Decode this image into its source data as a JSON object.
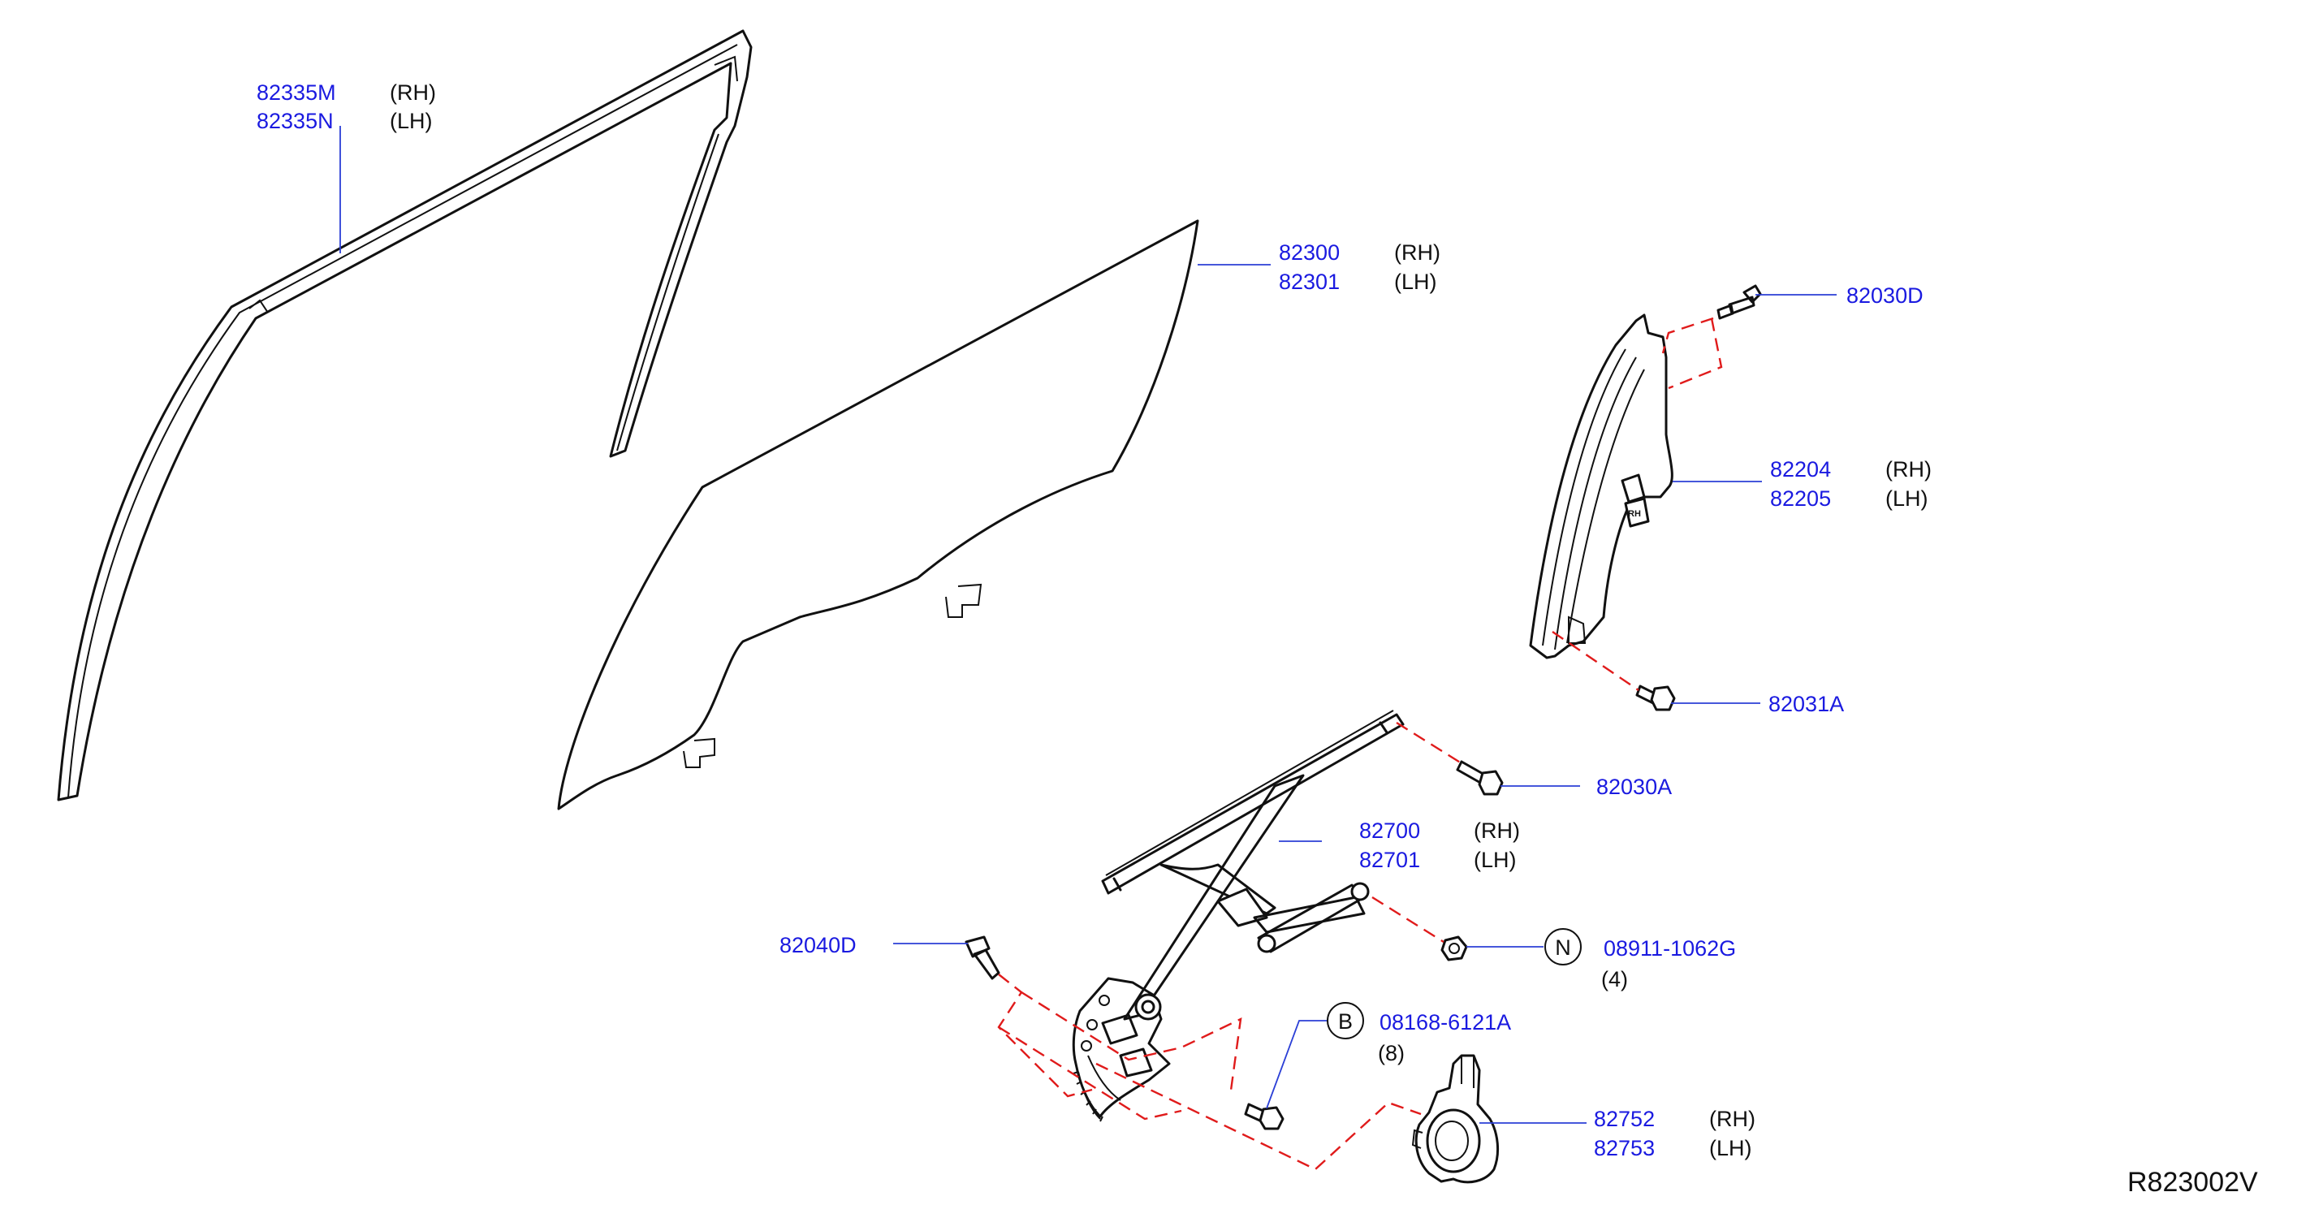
{
  "callouts": {
    "p82335": {
      "pn1": "82335M",
      "side1": "(RH)",
      "pn2": "82335N",
      "side2": "(LH)"
    },
    "p82300": {
      "pn1": "82300",
      "side1": "(RH)",
      "pn2": "82301",
      "side2": "(LH)"
    },
    "p82030d": {
      "pn": "82030D"
    },
    "p82204": {
      "pn1": "82204",
      "side1": "(RH)",
      "pn2": "82205",
      "side2": "(LH)"
    },
    "p82031a": {
      "pn": "82031A"
    },
    "p82030a": {
      "pn": "82030A"
    },
    "p82700": {
      "pn1": "82700",
      "side1": "(RH)",
      "pn2": "82701",
      "side2": "(LH)"
    },
    "p82040d": {
      "pn": "82040D"
    },
    "nut": {
      "symbol": "N",
      "pn": "08911-1062G",
      "qty": "(4)"
    },
    "bolt": {
      "symbol": "B",
      "pn": "08168-6121A",
      "qty": "(8)"
    },
    "p82752": {
      "pn1": "82752",
      "side1": "(RH)",
      "pn2": "82753",
      "side2": "(LH)"
    }
  },
  "sash_label": "RH",
  "reference": "R823002V",
  "colors": {
    "part_number": "#1a1ae0",
    "leader": "#2b3fd6",
    "dashed_link": "#e01b1b",
    "outline": "#111111"
  }
}
